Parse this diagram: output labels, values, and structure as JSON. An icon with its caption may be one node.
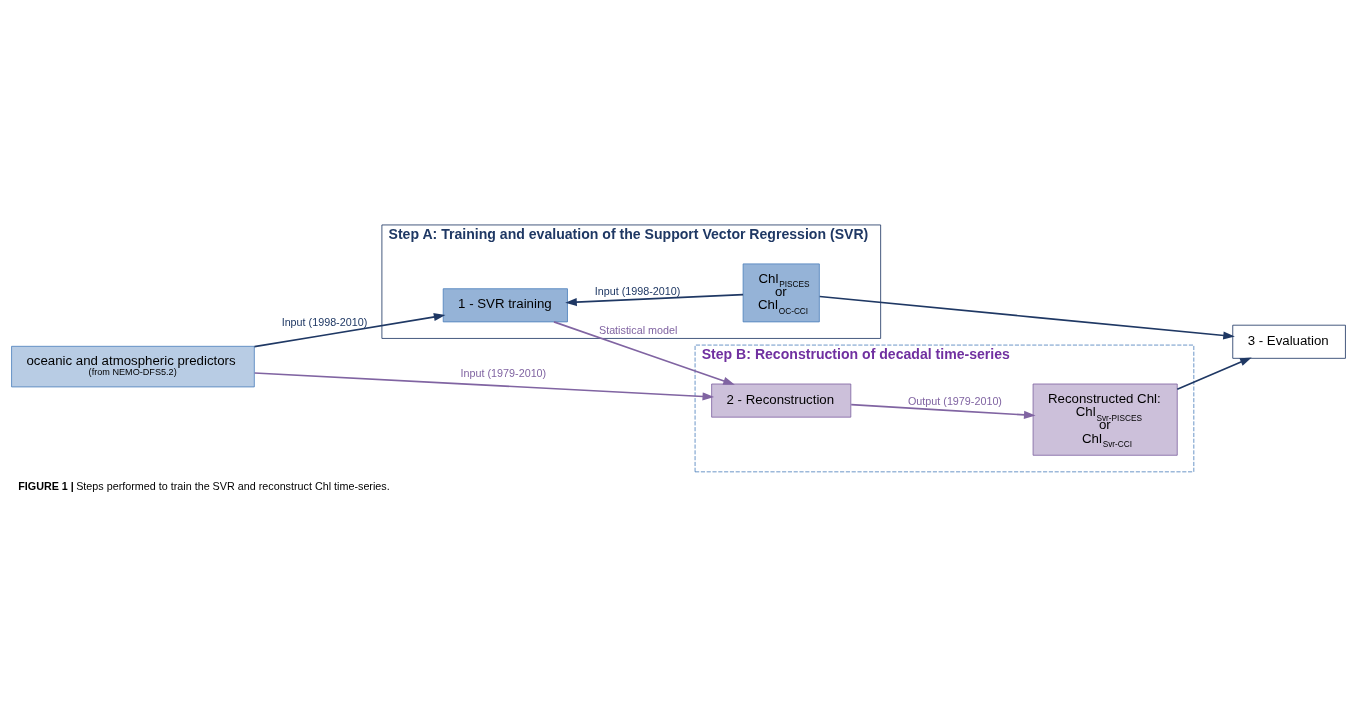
{
  "diagram": {
    "caption": "**FIGURE 1 |** Steps performed to train the SVR and reconstruct Chl time-series.",
    "nodes": [
      {
        "text": [
          "Step A: Training and evaluation of the Support Vector Regression (SVR)"
        ]
      },
      {
        "text": [
          "oceanic and atmospheric predictors",
          "(from NEMO-DFS5.2)"
        ]
      },
      {
        "text": [
          "1 - SVR training"
        ],
        "in": 0
      },
      {
        "text": [
          "Chl$_{PISCES}$ or Chl$_{OC-CCI}$"
        ],
        "in": 0
      },
      {
        "text": [
          "3 - Evaluation"
        ]
      },
      {
        "text": [
          "Step B: Reconstruction of decadal time-series"
        ]
      },
      {
        "text": [
          "2 - Reconstruction"
        ],
        "in": 5
      },
      {
        "text": [
          "Reconstructed Chl:",
          "Chl$_{Svr-PISCES}$ or Chl$_{Svr-CCI}$"
        ],
        "in": 5
      }
    ],
    "edges": [
      {
        "from": 1,
        "to": 2,
        "arrow": "to",
        "label": "Input (1998-2010)"
      },
      {
        "from": 3,
        "to": 2,
        "arrow": "to",
        "label": "Input (1998-2010)"
      },
      {
        "from": 3,
        "to": 4,
        "arrow": "to"
      },
      {
        "from": 1,
        "to": 6,
        "arrow": "to",
        "label": "Input (1979-2010)",
        "color": "#8064a2"
      },
      {
        "from": 2,
        "to": 6,
        "arrow": "to",
        "label": "Statistical model",
        "color": "#8064a2"
      },
      {
        "from": 6,
        "to": 7,
        "arrow": "to",
        "label": "Output (1979-2010)",
        "color": "#8064a2"
      },
      {
        "from": 7,
        "to": 4,
        "arrow": "to"
      }
    ]
  }
}
